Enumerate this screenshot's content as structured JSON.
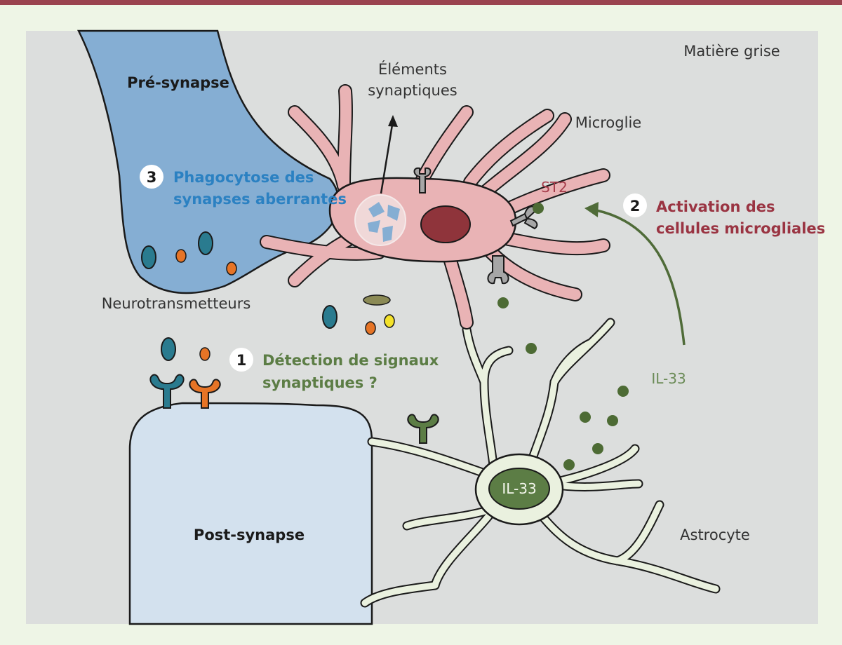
{
  "labels": {
    "matiere_grise": "Matière grise",
    "elements_line1": "Éléments",
    "elements_line2": "synaptiques",
    "microglie": "Microglie",
    "pre_synapse": "Pré-synapse",
    "post_synapse": "Post-synapse",
    "neurotransmetteurs": "Neurotransmetteurs",
    "st2": "ST2",
    "il33_free": "IL-33",
    "il33_nucleus": "IL-33",
    "astrocyte": "Astrocyte"
  },
  "steps": [
    {
      "number": "1",
      "line1": "Détection de signaux",
      "line2": "synaptiques ?",
      "color": "#5c7d45"
    },
    {
      "number": "2",
      "line1": "Activation des",
      "line2": "cellules microgliales",
      "color": "#9a3442"
    },
    {
      "number": "3",
      "line1": "Phagocytose des",
      "line2": "synapses aberrantes",
      "color": "#2b81c2"
    }
  ],
  "colors": {
    "border": "#9a434f",
    "background": "#eef5e6",
    "grey_matter": "#dcdedd",
    "pre_synapse": "#85aed3",
    "post_synapse": "#d3e1ee",
    "microglia": "#e9b3b5",
    "microglia_nucleus": "#8f343b",
    "astrocyte": "#eaf1df",
    "il33_green": "#4d6b34",
    "teal": "#2a7b8f",
    "orange": "#e67426",
    "grey_receptor": "#a6a6a6"
  }
}
